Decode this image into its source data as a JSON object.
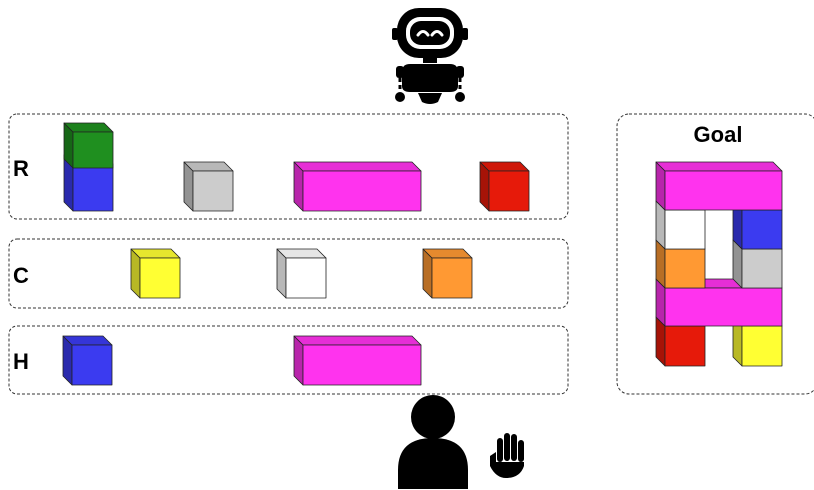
{
  "rows": [
    {
      "label": "R",
      "blocks": [
        {
          "name": "blue-block",
          "color": "#3b3bf0"
        },
        {
          "name": "green-block",
          "color": "#1f8f1f"
        },
        {
          "name": "gray-block",
          "color": "#cccccc"
        },
        {
          "name": "magenta-long-block",
          "color": "#ff33ee"
        },
        {
          "name": "red-block",
          "color": "#e61a0a"
        }
      ]
    },
    {
      "label": "C",
      "blocks": [
        {
          "name": "yellow-block",
          "color": "#ffff33"
        },
        {
          "name": "white-block",
          "color": "#ffffff"
        },
        {
          "name": "orange-block",
          "color": "#ff9933"
        }
      ]
    },
    {
      "label": "H",
      "blocks": [
        {
          "name": "blue-block",
          "color": "#3b3bf0"
        },
        {
          "name": "magenta-long-block",
          "color": "#ff33ee"
        }
      ]
    }
  ],
  "goal": {
    "title": "Goal",
    "blocks": [
      {
        "name": "red-block",
        "color": "#e61a0a"
      },
      {
        "name": "yellow-block",
        "color": "#ffff33"
      },
      {
        "name": "magenta-long-block",
        "color": "#ff33ee"
      },
      {
        "name": "orange-block",
        "color": "#ff9933"
      },
      {
        "name": "gray-block",
        "color": "#cccccc"
      },
      {
        "name": "white-block",
        "color": "#ffffff"
      },
      {
        "name": "blue-block",
        "color": "#3b3bf0"
      },
      {
        "name": "magenta-long-block",
        "color": "#ff33ee"
      }
    ]
  },
  "icons": {
    "robot": "robot-icon",
    "human": "person-icon",
    "hand": "hand-icon"
  }
}
